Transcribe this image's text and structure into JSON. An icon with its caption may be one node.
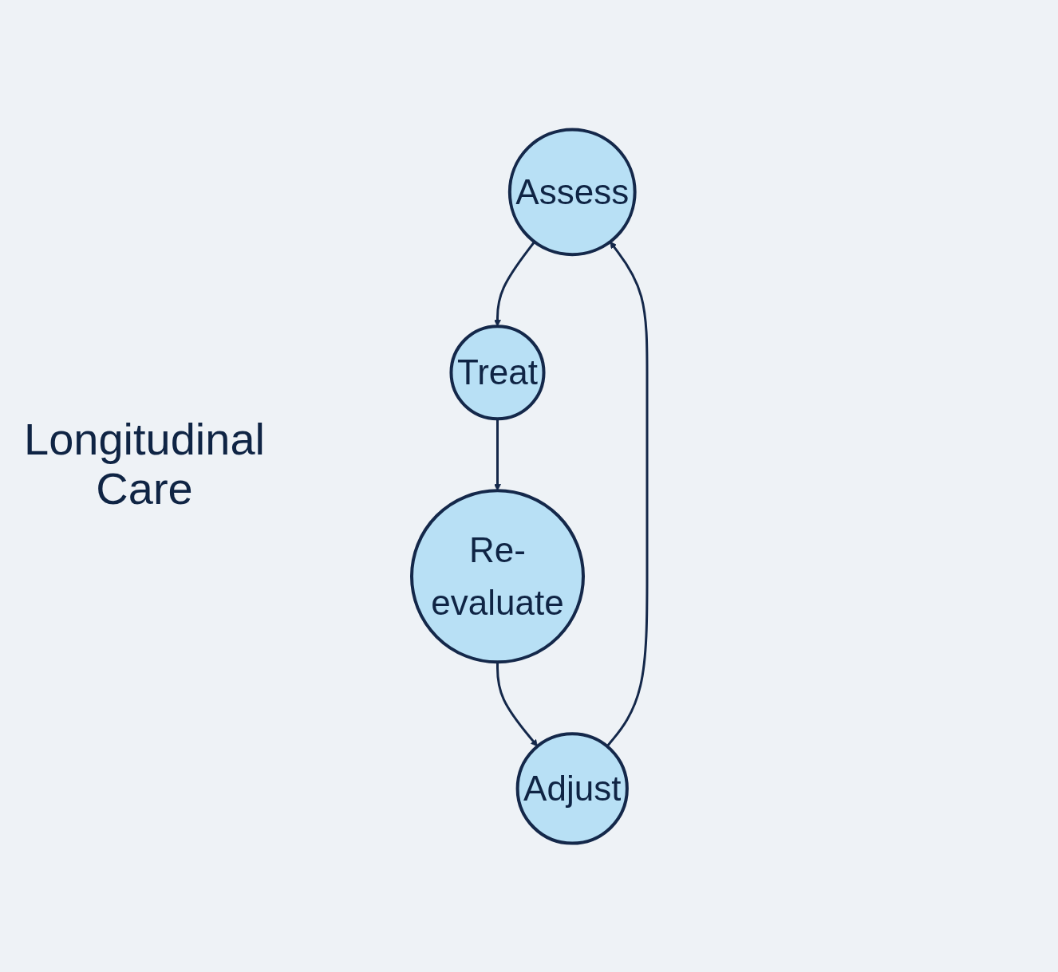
{
  "diagram": {
    "nodes": [
      {
        "text": [
          "Assess"
        ]
      },
      {
        "text": [
          "Treat"
        ]
      },
      {
        "text": [
          "Re-evaluate"
        ]
      },
      {
        "text": [
          "Adjust"
        ]
      }
    ],
    "edges": [
      {
        "from": 0,
        "to": 1,
        "arrow": "to"
      },
      {
        "from": 1,
        "to": 2,
        "arrow": "to"
      },
      {
        "from": 2,
        "to": 3,
        "arrow": "to"
      },
      {
        "from": 3,
        "to": 0,
        "arrow": "to"
      }
    ],
    "labels": [
      "Longitudinal Care"
    ]
  }
}
